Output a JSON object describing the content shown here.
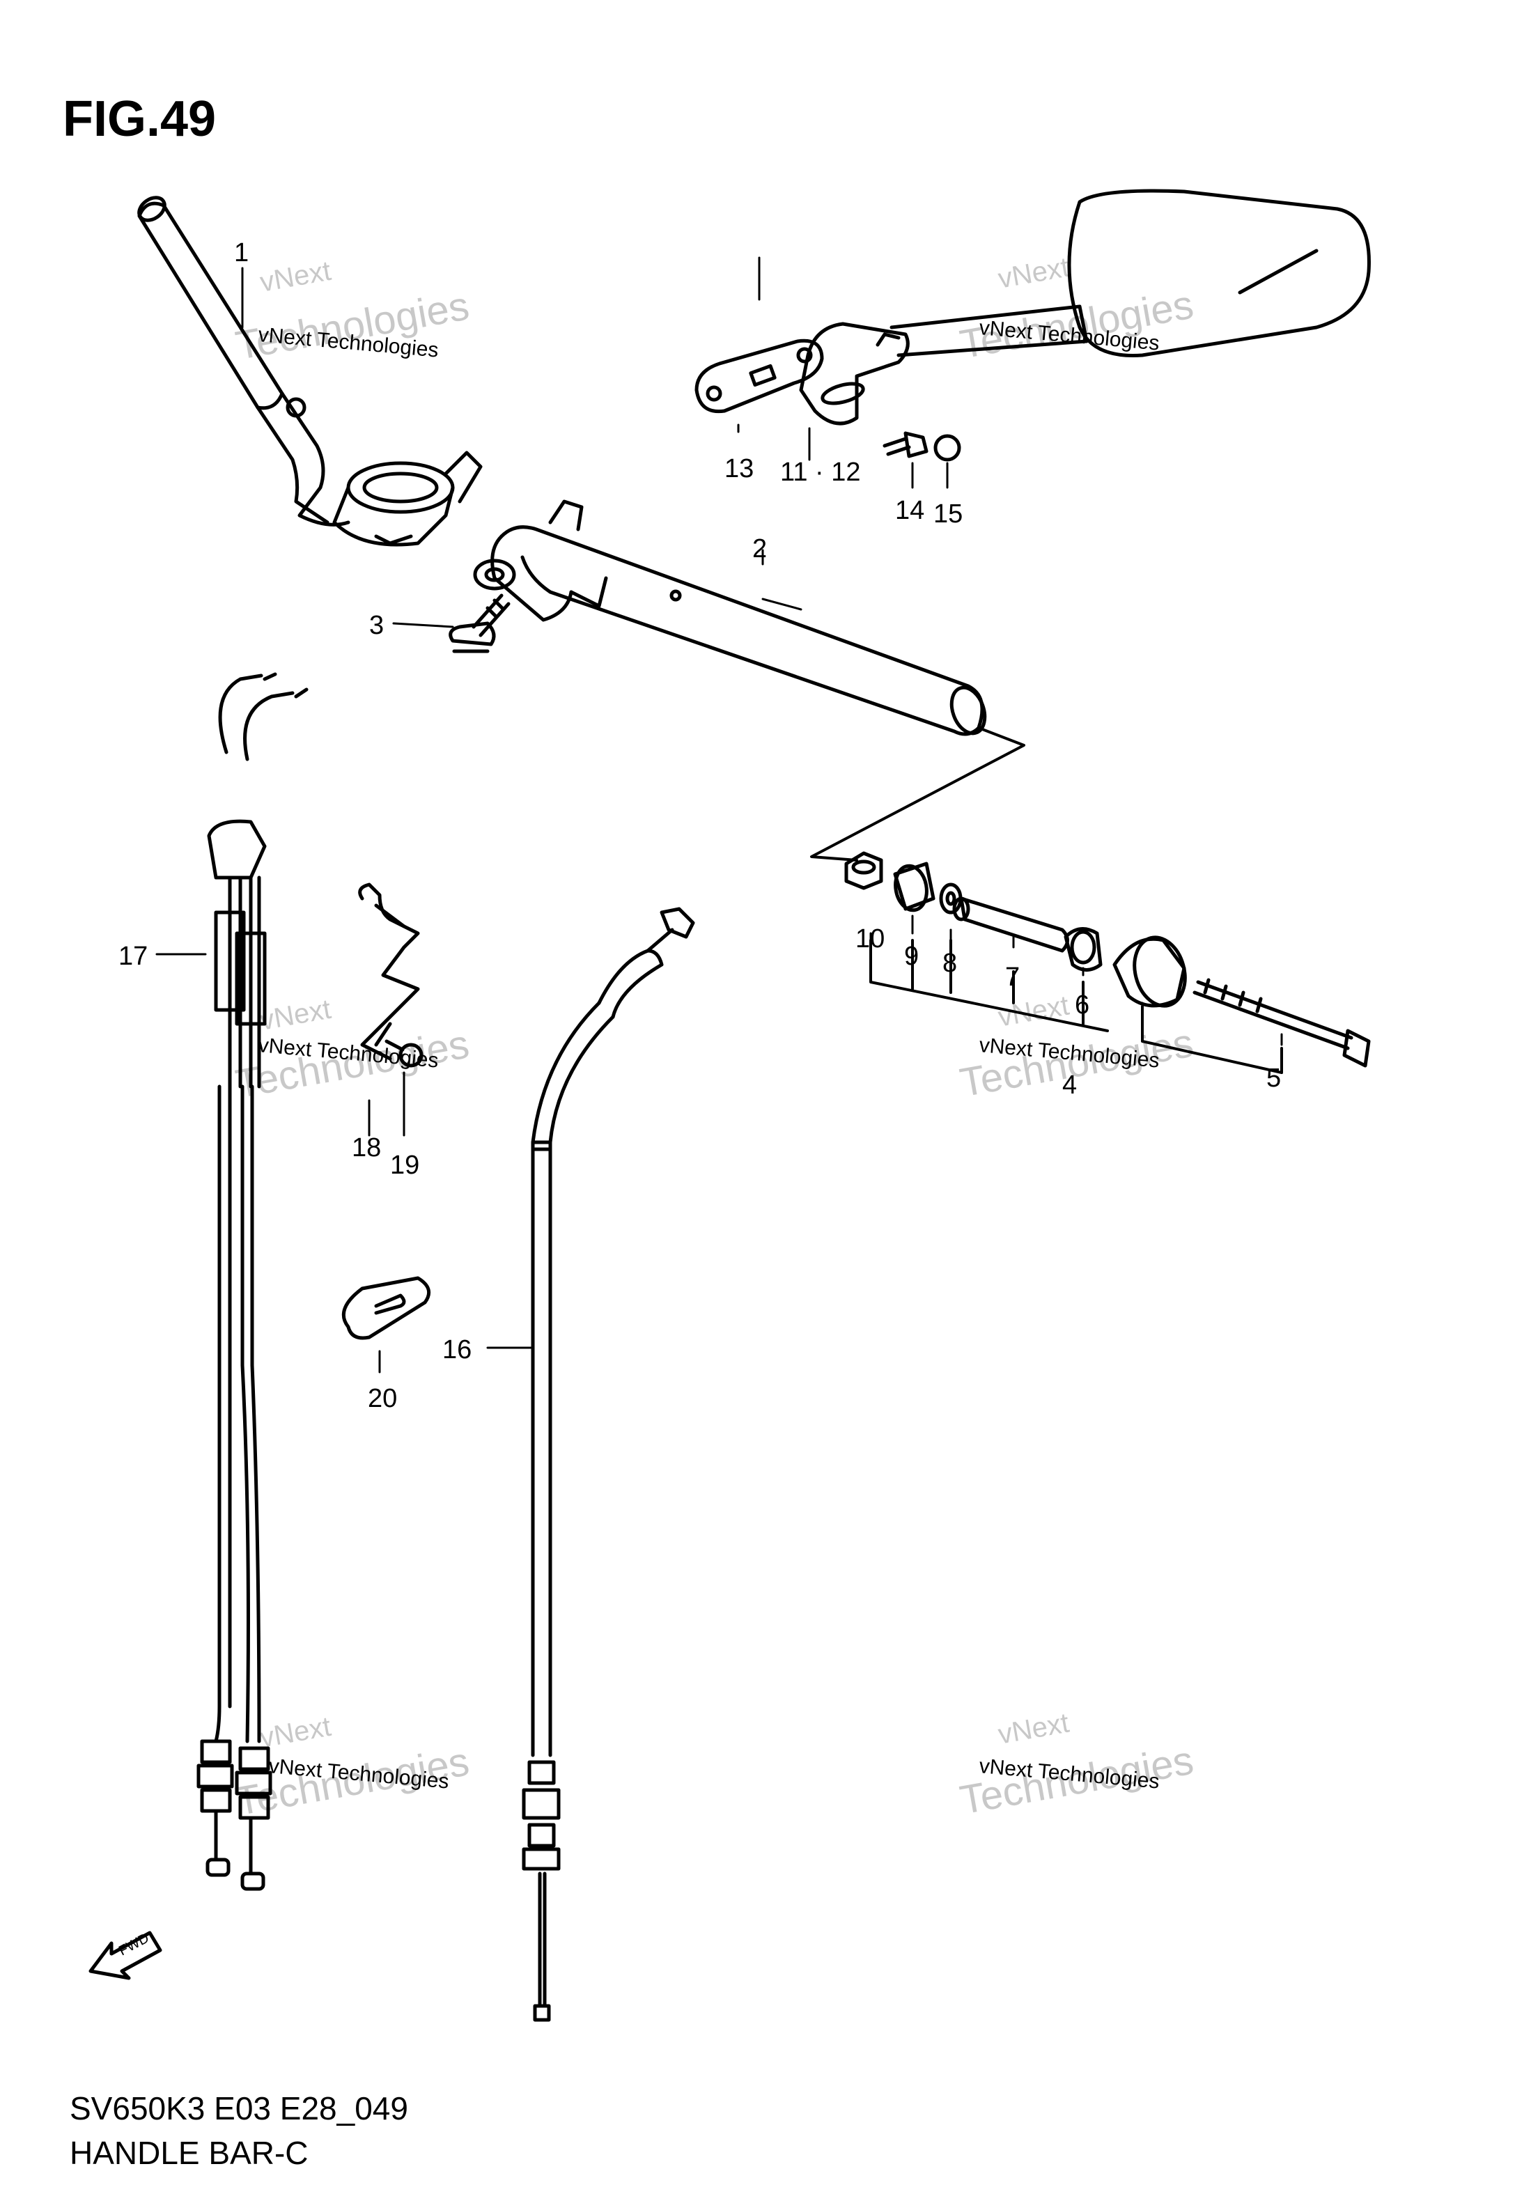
{
  "figure": {
    "title": "FIG.49",
    "code": "SV650K3 E03 E28_049",
    "name": "HANDLE BAR-C"
  },
  "callouts": [
    "1",
    "2",
    "3",
    "4",
    "5",
    "6",
    "7",
    "8",
    "9",
    "10",
    "11 · 12",
    "13",
    "14",
    "15",
    "16",
    "17",
    "18",
    "19",
    "20"
  ],
  "watermark": {
    "line1": "vNext Technologies",
    "line2": "vNext",
    "line3": "Technologies"
  },
  "fwd_label": "FWD",
  "colors": {
    "ink": "#000000",
    "watermark": "#c8c8c8",
    "paper": "#ffffff"
  }
}
